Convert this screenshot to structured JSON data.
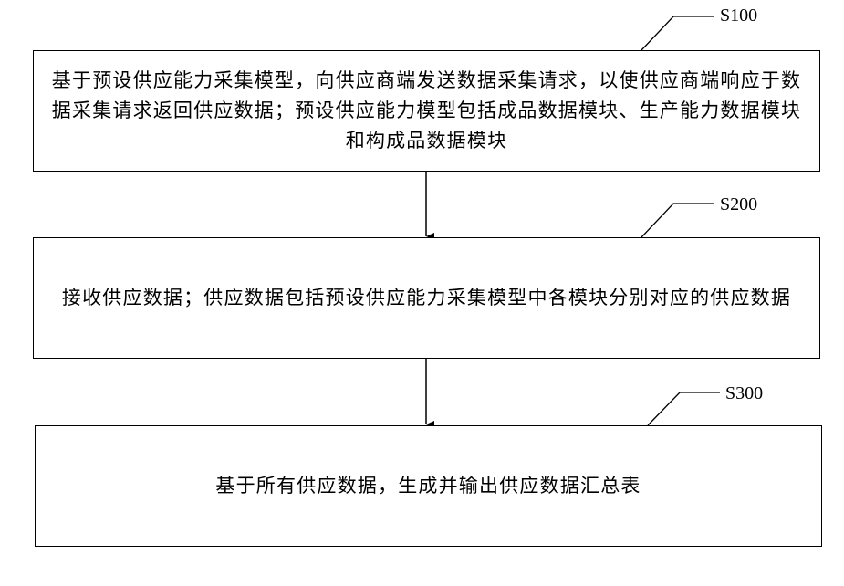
{
  "steps": [
    {
      "label": "S100",
      "text": "基于预设供应能力采集模型，向供应商端发送数据采集请求，以使供应商端响应于数据采集请求返回供应数据；预设供应能力模型包括成品数据模块、生产能力数据模块和构成品数据模块"
    },
    {
      "label": "S200",
      "text": "接收供应数据；供应数据包括预设供应能力采集模型中各模块分别对应的供应数据"
    },
    {
      "label": "S300",
      "text": "基于所有供应数据，生成并输出供应数据汇总表"
    }
  ]
}
